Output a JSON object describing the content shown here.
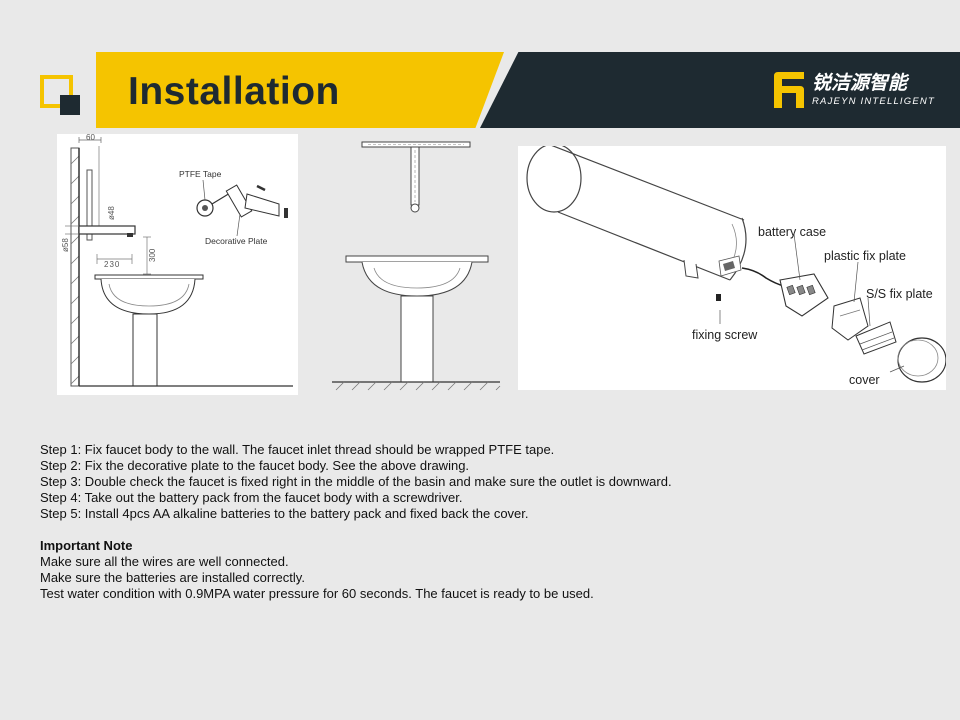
{
  "header": {
    "title": "Installation",
    "logo_name": "锐洁源智能",
    "logo_sub": "RAJEYN INTELLIGENT",
    "colors": {
      "yellow": "#f5c400",
      "dark": "#1e2a31",
      "background": "#e9e9e9"
    }
  },
  "diagram1": {
    "dim_60": "60",
    "dim_48": "ø48",
    "dim_58": "ø58",
    "dim_230": "230",
    "dim_300": "300",
    "ptfe_label": "PTFE Tape",
    "plate_label": "Decorative Plate"
  },
  "diagram3": {
    "battery_case": "battery case",
    "plastic_plate": "plastic fix plate",
    "ss_plate": "S/S fix plate",
    "fixing_screw": "fixing screw",
    "cover": "cover"
  },
  "steps": [
    "Step 1: Fix faucet body to the wall. The faucet inlet thread should be wrapped PTFE tape.",
    "Step 2: Fix the decorative plate to the faucet body. See the above drawing.",
    "Step 3: Double check the faucet is fixed right in the middle of the basin and make sure the outlet is downward.",
    "Step 4: Take out the battery pack from the faucet body with a screwdriver.",
    "Step 5: Install 4pcs AA alkaline batteries to the battery pack and fixed back the cover."
  ],
  "note": {
    "title": "Important Note",
    "lines": [
      "Make sure all the wires are well connected.",
      "Make sure the batteries are installed correctly.",
      "Test water condition with 0.9MPA water pressure for 60 seconds. The faucet is ready to be used."
    ]
  }
}
